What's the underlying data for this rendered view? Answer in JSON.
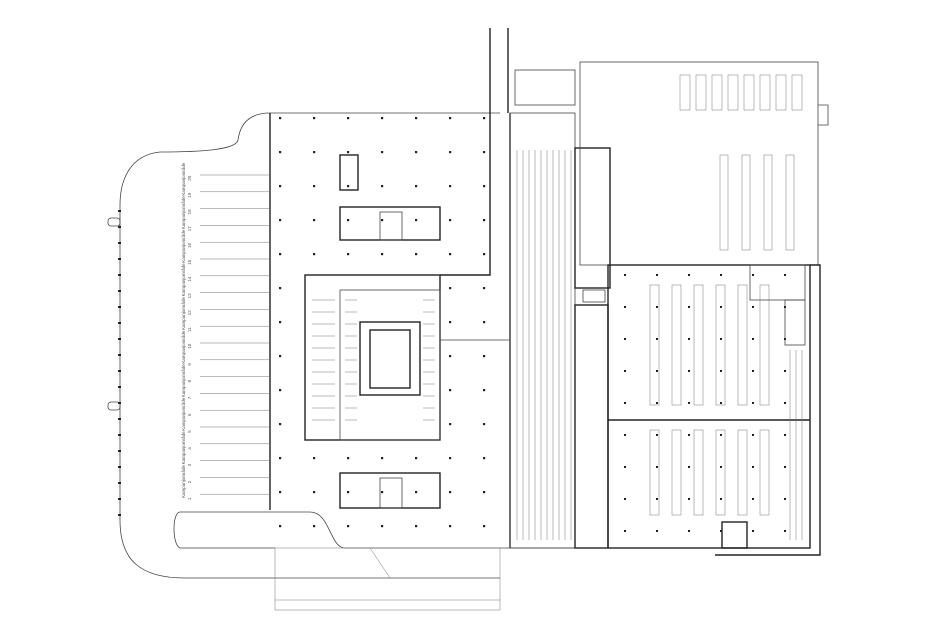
{
  "drawing": {
    "type": "floor plan",
    "line_color": "#222222",
    "background": "#ffffff",
    "parking_label": "Kampanjområde",
    "parking_numbers": [
      "1",
      "2",
      "3",
      "4",
      "5",
      "6",
      "7",
      "8",
      "9",
      "10",
      "11",
      "12",
      "13",
      "14",
      "15",
      "16",
      "17",
      "18",
      "19",
      "20"
    ]
  }
}
